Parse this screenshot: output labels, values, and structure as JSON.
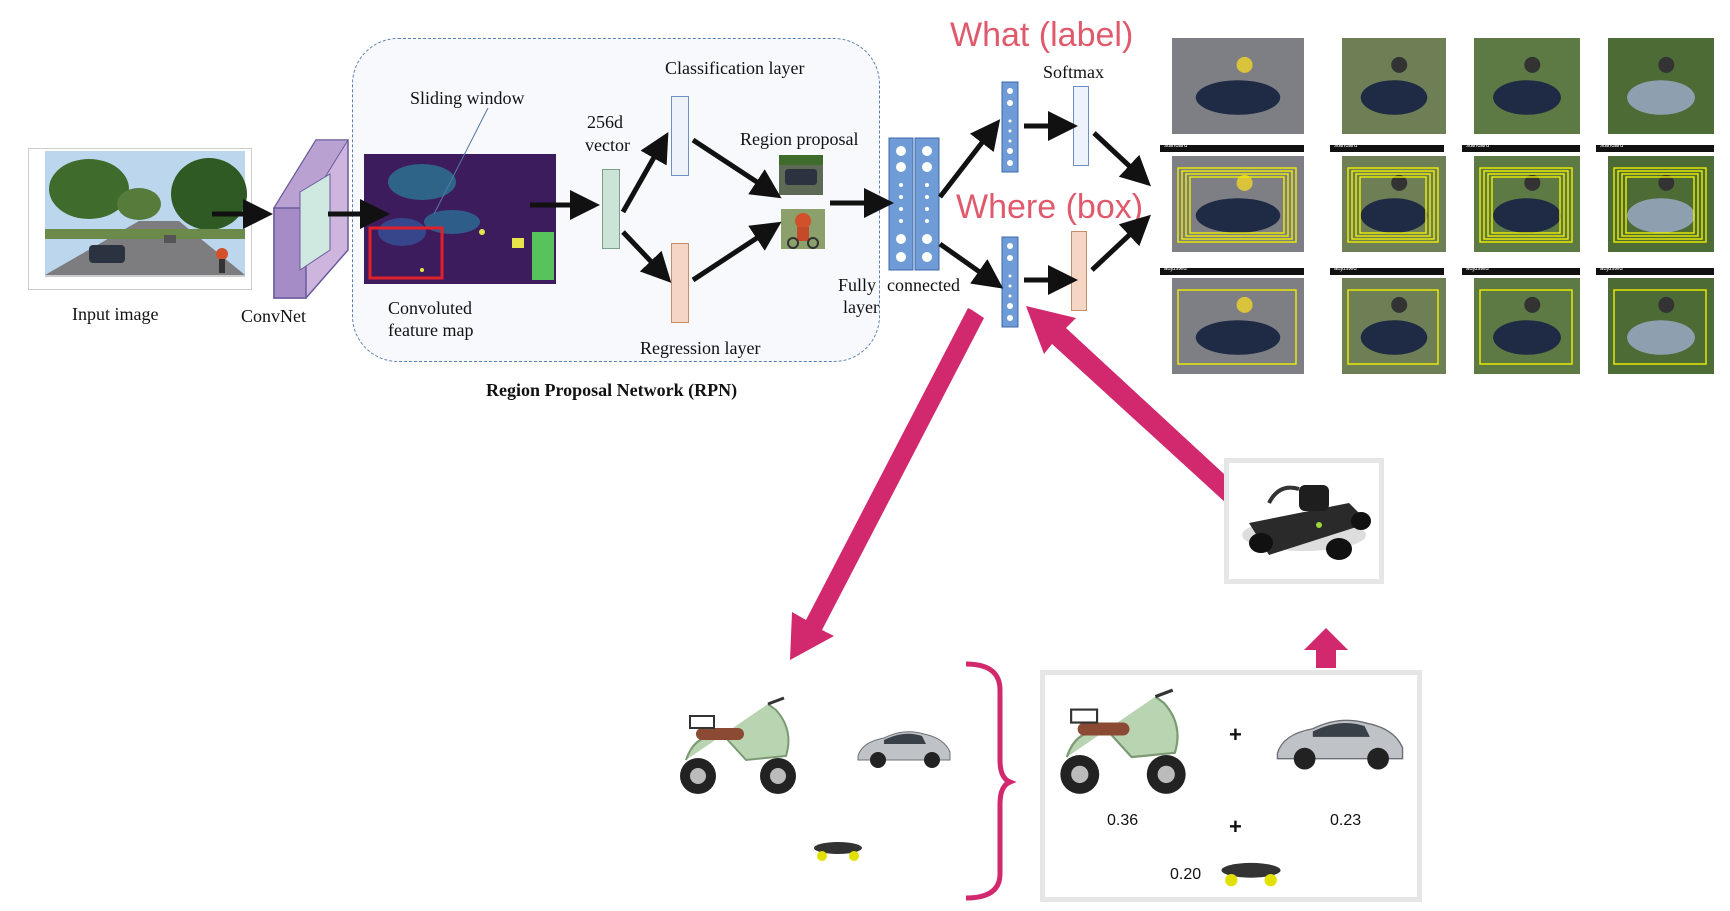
{
  "labels": {
    "input_image": "Input image",
    "convnet": "ConvNet",
    "sliding_window": "Sliding window",
    "convoluted_feature_map": [
      "Convoluted",
      "feature map"
    ],
    "classification_layer": "Classification layer",
    "vector_256d": [
      "256d",
      "vector"
    ],
    "region_proposal": "Region proposal",
    "regression_layer": "Regression layer",
    "fully_connected_layer": [
      "Fully",
      "connected",
      "layer"
    ],
    "softmax": "Softmax",
    "rpn_title": "Region Proposal Network (RPN)"
  },
  "titles": {
    "what": "What (label)",
    "where": "Where (box)"
  },
  "result_panels": {
    "row_headers": [
      "standard",
      "adjusted"
    ]
  },
  "mix": {
    "scooter_weight": "0.36",
    "car_weight": "0.23",
    "skateboard_weight": "0.20",
    "plus": "+"
  },
  "colors": {
    "arrow_black": "#111111",
    "arrow_magenta": "#d1286e",
    "title_pink": "#e05a6d",
    "fc_blue": "#6f9bd6",
    "vector_green": "#cce3d8",
    "cls_blue": "#eef3fb",
    "reg_peach": "#f5d6c4",
    "rpn_border": "#5b7fb0",
    "feature_map": "#3d1c5e",
    "bbox_yellow": "#f0f000"
  }
}
